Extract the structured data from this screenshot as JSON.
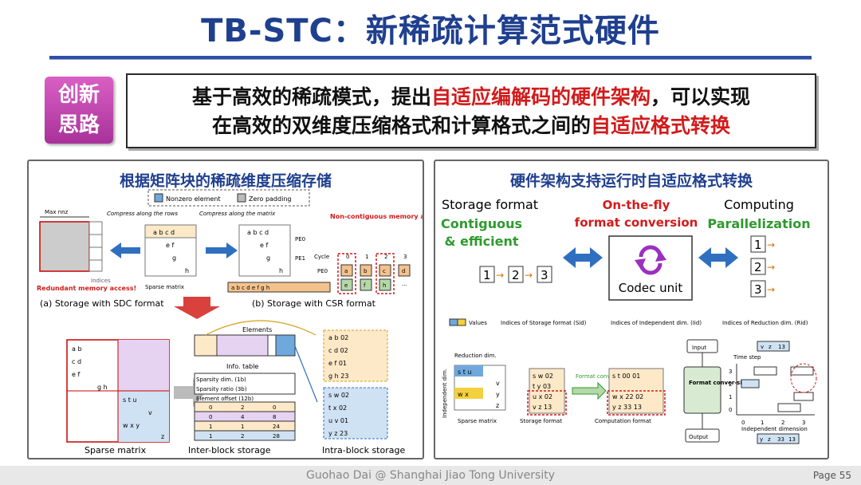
{
  "title": "TB-STC：新稀疏计算范式硬件",
  "badge": {
    "line1": "创新",
    "line2": "思路"
  },
  "idea": {
    "line1_a": "基于高效的稀疏模式，提出",
    "line1_b": "自适应编解码的硬件架构",
    "line1_c": "，可以实现",
    "line2_a": "在高效的双维度压缩格式和计算格式之间的",
    "line2_b": "自适应格式转换"
  },
  "left_panel": {
    "heading": "根据矩阵块的稀疏维度压缩存储",
    "legend_nonzero": "Nonzero element",
    "legend_zero": "Zero padding",
    "max_nnz": "Max nnz",
    "compress_rows": "Compress along the rows",
    "compress_matrix": "Compress along the matrix",
    "non_contig": "Non-contiguous memory access!",
    "indices": "Indices",
    "sparse_matrix_small": "Sparse matrix",
    "redundant": "Redundant memory access!",
    "cap_a": "(a) Storage with SDC format",
    "cap_b": "(b) Storage with CSR format",
    "pe0": "PE0",
    "pe1": "PE1",
    "cycle": "Cycle",
    "cycles": [
      "0",
      "1",
      "2",
      "3"
    ],
    "pe0_vals": [
      "a",
      "b",
      "c",
      "d"
    ],
    "pe1_vals": [
      "e",
      "f",
      "h"
    ],
    "ellipsis": "···",
    "csr_row": [
      "a",
      "b",
      "c",
      "d",
      "e",
      "f",
      "g",
      "h"
    ],
    "elements": "Elements",
    "info_table": "Info. table",
    "info_headers": [
      "Sparsity dim. (1b)",
      "Sparsity ratio (3b)",
      "Element offset (12b)"
    ],
    "info_rows": [
      [
        "0",
        "2",
        "0"
      ],
      [
        "0",
        "4",
        "8"
      ],
      [
        "1",
        "1",
        "24"
      ],
      [
        "1",
        "2",
        "28"
      ]
    ],
    "intra_blocks": [
      [
        [
          "a",
          "b",
          "02"
        ],
        [
          "c",
          "d",
          "02"
        ],
        [
          "e",
          "f",
          "01"
        ],
        [
          "g",
          "h",
          "23"
        ]
      ],
      [
        [
          "s",
          "w",
          "02"
        ],
        [
          "t",
          "x",
          "02"
        ],
        [
          "u",
          "v",
          "01"
        ],
        [
          "y",
          "z",
          "23"
        ]
      ]
    ],
    "cap_sparse": "Sparse matrix",
    "cap_inter": "Inter-block storage",
    "cap_intra": "Intra-block storage"
  },
  "right_panel": {
    "heading": "硬件架构支持运行时自适应格式转换",
    "storage_format": "Storage format",
    "contiguous": "Contiguous",
    "efficient": "& efficient",
    "onthefly": "On-the-fly",
    "format_conversion": "format conversion",
    "computing_format": "Computing",
    "parallelization": "Parallelization",
    "codec_unit": "Codec unit",
    "seq": [
      "1",
      "2",
      "3"
    ],
    "legend_values": "Values",
    "legend_sid": "Indices of Storage format (Sid)",
    "legend_iid": "Indices of Independent dim. (Iid)",
    "legend_rid": "Indices of Reduction dim. (Rid)",
    "reduction_dim": "Reduction dim.",
    "independent_dim": "Independent dim.",
    "format_conv_small": "Format conversion",
    "cap_sparse": "Sparse matrix",
    "cap_storage": "Storage format",
    "cap_comp": "Computation format",
    "input": "Input",
    "output": "Output",
    "fcs": "Format conver-sion",
    "time_step": "Time step",
    "indep_dimension": "Independent dimension",
    "vz13": [
      "v",
      "z",
      "13"
    ],
    "out_row": [
      "y",
      "z",
      "33",
      "13"
    ]
  },
  "footer": "Guohao Dai @ Shanghai Jiao Tong University",
  "page": "Page 55"
}
